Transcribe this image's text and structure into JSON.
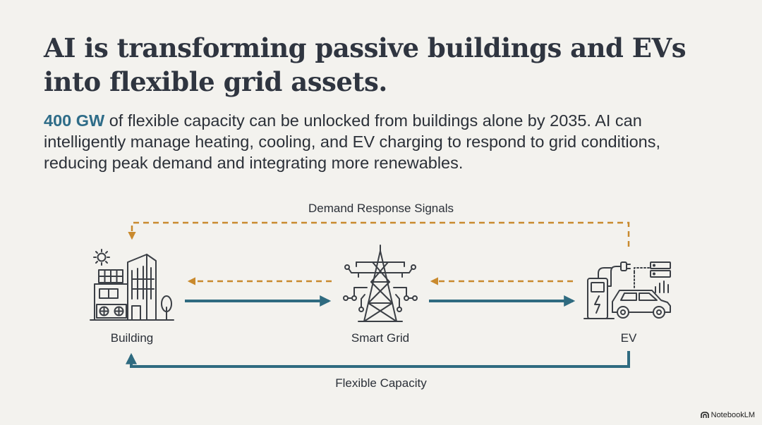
{
  "slide": {
    "title_line1": "AI is transforming passive buildings and EVs",
    "title_line2": "into flexible grid assets.",
    "subtitle_highlight": "400 GW",
    "subtitle_rest": " of flexible capacity can be unlocked from buildings alone by 2035. AI can intelligently manage heating, cooling, and EV charging to respond to grid conditions, reducing peak demand and integrating more renewables."
  },
  "diagram": {
    "nodes": {
      "building": "Building",
      "smart_grid": "Smart Grid",
      "ev": "EV"
    },
    "flows": {
      "demand_response": "Demand Response Signals",
      "flexible_capacity": "Flexible Capacity"
    },
    "colors": {
      "signal_arrow": "#c98a2e",
      "capacity_arrow": "#2f6b80",
      "highlight_text": "#2e6c88"
    },
    "icons": [
      "sun-icon",
      "building-icon",
      "solar-panel-icon",
      "hvac-fan-icon",
      "tree-icon",
      "power-tower-icon",
      "ev-charger-icon",
      "car-icon",
      "server-icon",
      "bar-chart-icon"
    ]
  },
  "branding": {
    "label": "NotebookLM"
  }
}
